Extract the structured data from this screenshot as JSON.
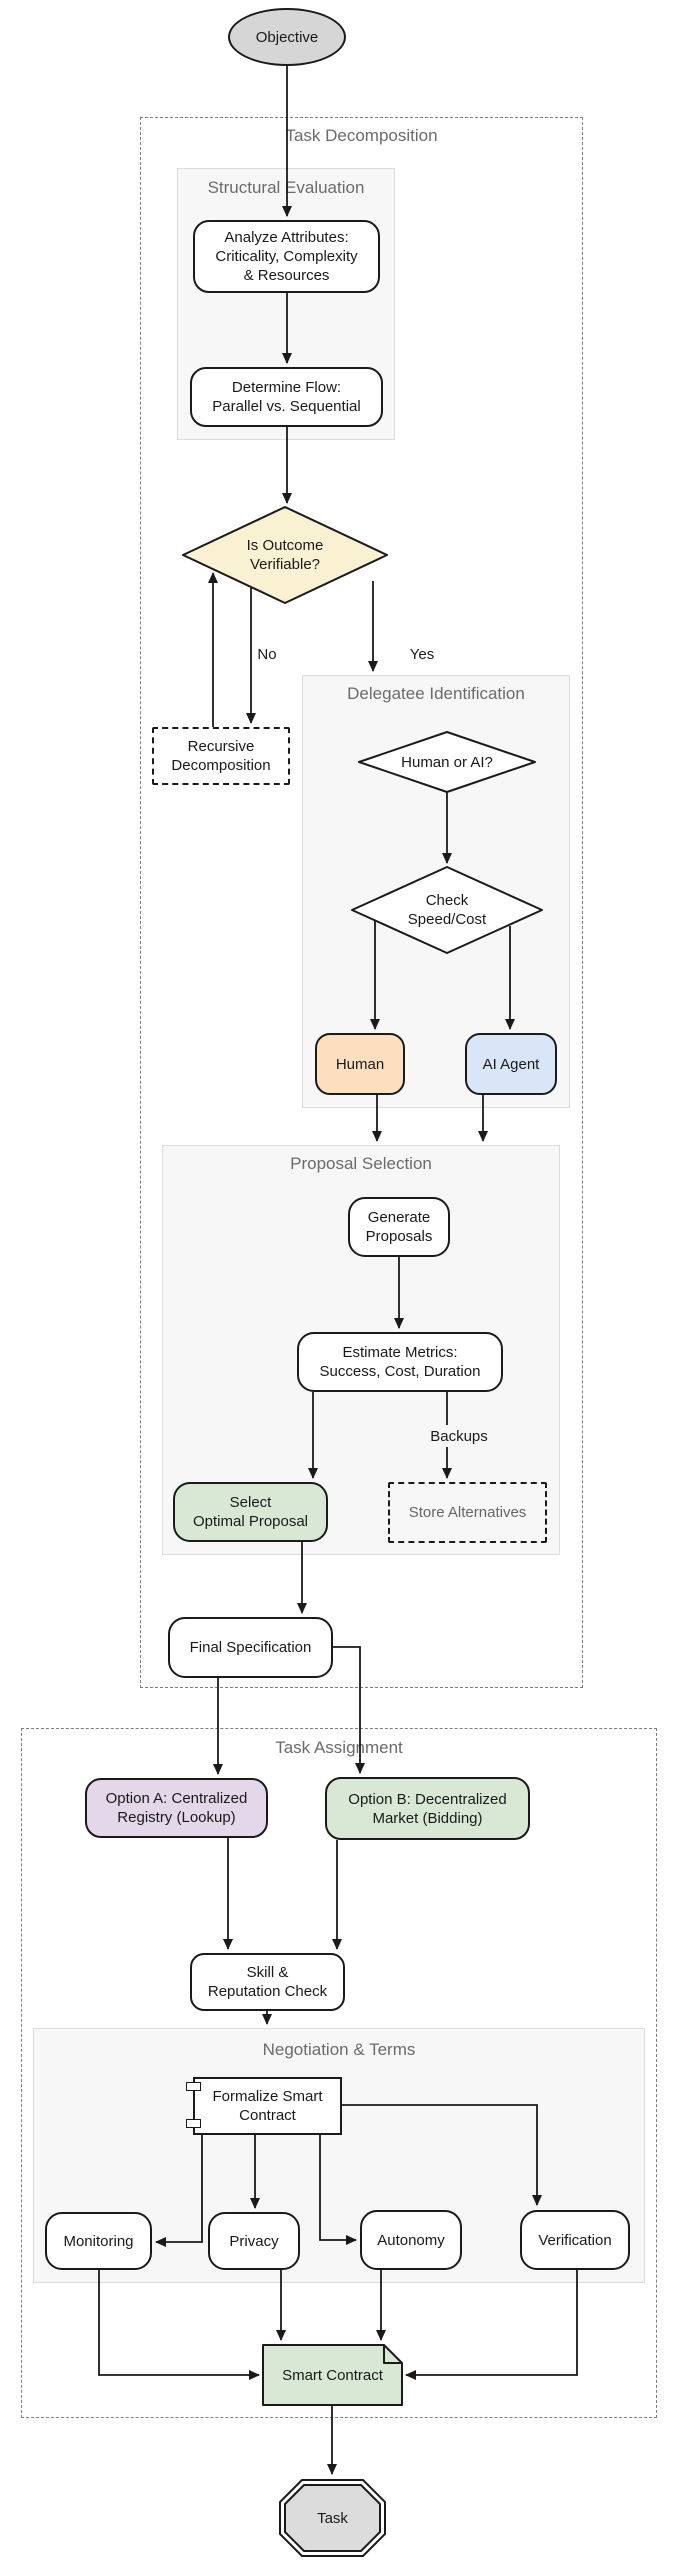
{
  "diagram_title": "Task delegation flowchart",
  "colors": {
    "node_stroke": "#1a1a1a",
    "edge": "#1a1a1a",
    "container_fill": "#f7f7f7",
    "container_border": "#dcdcdc",
    "outer_dashed_border": "#7f7f7f",
    "label_gray": "#6b6b6b",
    "gray_fill": "#d6d6d6",
    "octagon_fill": "#dcdcdc",
    "cream_fill": "#faf0d2",
    "peach_fill": "#fbdfbe",
    "blue_fill": "#d8e6f7",
    "green_fill": "#d9e8d5",
    "lavender_fill": "#e4d7e9"
  },
  "containers": {
    "task_decomposition": {
      "label": "Task Decomposition"
    },
    "structural_evaluation": {
      "label": "Structural Evaluation"
    },
    "delegatee_identification": {
      "label": "Delegatee Identification"
    },
    "proposal_selection": {
      "label": "Proposal Selection"
    },
    "task_assignment": {
      "label": "Task Assignment"
    },
    "negotiation_terms": {
      "label": "Negotiation & Terms"
    }
  },
  "nodes": {
    "objective": {
      "label": "Objective",
      "shape": "ellipse"
    },
    "analyze": {
      "label": "Analyze Attributes:\nCriticality, Complexity\n& Resources",
      "shape": "rounded"
    },
    "determine": {
      "label": "Determine Flow:\nParallel vs. Sequential",
      "shape": "rounded"
    },
    "verifiable": {
      "label": "Is Outcome\nVerifiable?",
      "shape": "diamond"
    },
    "recursive": {
      "label": "Recursive\nDecomposition",
      "shape": "dashed-rect"
    },
    "human_or_ai": {
      "label": "Human or AI?",
      "shape": "diamond"
    },
    "check_speed": {
      "label": "Check\nSpeed/Cost",
      "shape": "diamond"
    },
    "human": {
      "label": "Human",
      "shape": "rounded"
    },
    "ai_agent": {
      "label": "AI Agent",
      "shape": "rounded"
    },
    "generate": {
      "label": "Generate\nProposals",
      "shape": "rounded"
    },
    "estimate": {
      "label": "Estimate Metrics:\nSuccess, Cost, Duration",
      "shape": "rounded"
    },
    "select_optimal": {
      "label": "Select\nOptimal Proposal",
      "shape": "rounded"
    },
    "store_alt": {
      "label": "Store Alternatives",
      "shape": "dashed-rect"
    },
    "final_spec": {
      "label": "Final Specification",
      "shape": "rounded"
    },
    "option_a": {
      "label": "Option A: Centralized\nRegistry (Lookup)",
      "shape": "rounded"
    },
    "option_b": {
      "label": "Option B: Decentralized\nMarket (Bidding)",
      "shape": "rounded"
    },
    "skill_check": {
      "label": "Skill &\nReputation Check",
      "shape": "rounded"
    },
    "formalize": {
      "label": "Formalize Smart\nContract",
      "shape": "uml-component"
    },
    "monitoring": {
      "label": "Monitoring",
      "shape": "rounded"
    },
    "privacy": {
      "label": "Privacy",
      "shape": "rounded"
    },
    "autonomy": {
      "label": "Autonomy",
      "shape": "rounded"
    },
    "verification": {
      "label": "Verification",
      "shape": "rounded"
    },
    "smart_contract": {
      "label": "Smart Contract",
      "shape": "note"
    },
    "task": {
      "label": "Task",
      "shape": "double-octagon"
    }
  },
  "edge_labels": {
    "no": "No",
    "yes": "Yes",
    "backups": "Backups"
  }
}
